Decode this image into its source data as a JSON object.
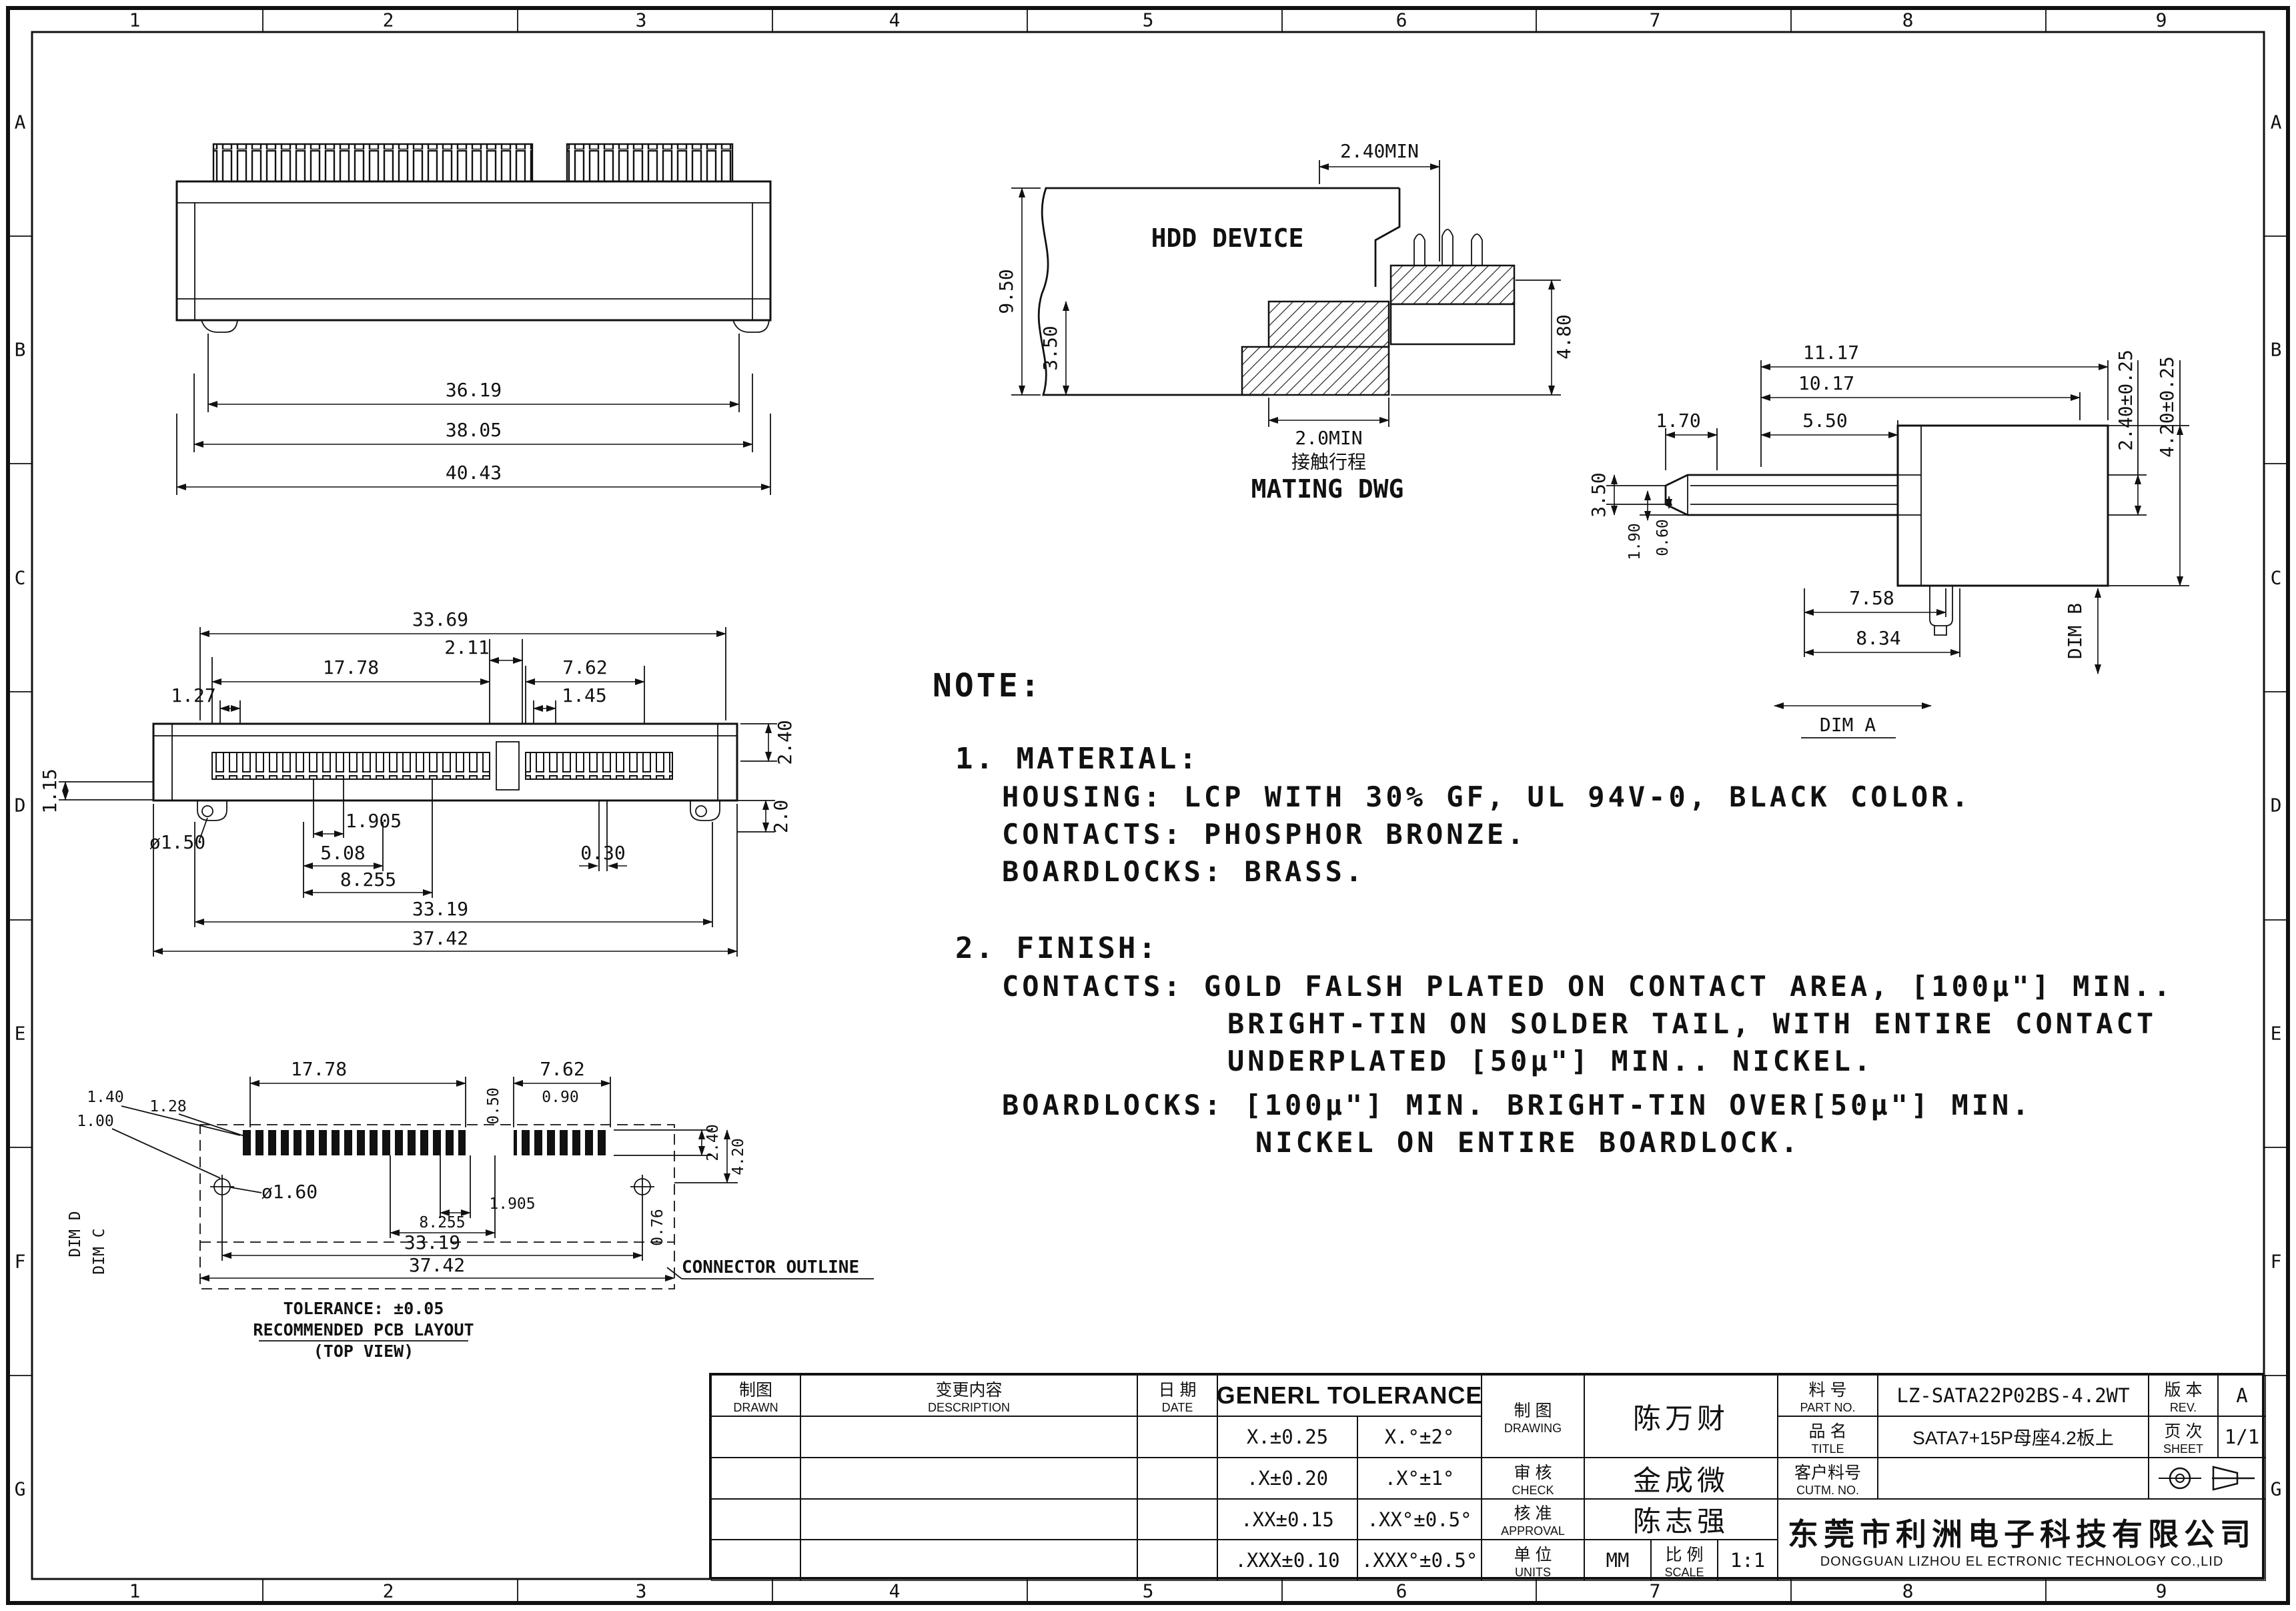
{
  "frame": {
    "cols": [
      "1",
      "2",
      "3",
      "4",
      "5",
      "6",
      "7",
      "8",
      "9"
    ],
    "rows": [
      "A",
      "B",
      "C",
      "D",
      "E",
      "F",
      "G"
    ]
  },
  "top_view": {
    "dim_inner": "36.19",
    "dim_mid": "38.05",
    "dim_outer": "40.43"
  },
  "front_view": {
    "dim_3369": "33.69",
    "dim_211": "2.11",
    "dim_1778": "17.78",
    "dim_762": "7.62",
    "dim_127": "1.27",
    "dim_145": "1.45",
    "dim_240": "2.40",
    "dim_115": "1.15",
    "dim_1905": "1.905",
    "dim_d150": "ø1.50",
    "dim_508": "5.08",
    "dim_030": "0.30",
    "dim_20": "2.0",
    "dim_8255": "8.255",
    "dim_3319": "33.19",
    "dim_3742": "37.42"
  },
  "pcb_view": {
    "dim_1778": "17.78",
    "dim_762": "7.62",
    "dim_140": "1.40",
    "dim_128": "1.28",
    "dim_100": "1.00",
    "dim_050": "0.50",
    "dim_090": "0.90",
    "dim_240": "2.40",
    "dim_420": "4.20",
    "dim_d160": "ø1.60",
    "dim_1905": "1.905",
    "dim_8255": "8.255",
    "dim_076": "0.76",
    "dim_3319": "33.19",
    "dim_3742": "37.42",
    "dim_d": "DIM D",
    "dim_c": "DIM C",
    "connector_outline": "CONNECTOR OUTLINE",
    "tolerance": "TOLERANCE: ±0.05",
    "recommended": "RECOMMENDED PCB LAYOUT",
    "top_view_label": "(TOP VIEW)"
  },
  "mating_view": {
    "hdd_device": "HDD DEVICE",
    "dim_240min": "2.40MIN",
    "dim_950": "9.50",
    "dim_350": "3.50",
    "dim_480": "4.80",
    "dim_20min": "2.0MIN",
    "contact_travel": "接触行程",
    "title": "MATING DWG"
  },
  "side_view": {
    "dim_1117": "11.17",
    "dim_1017": "10.17",
    "dim_170": "1.70",
    "dim_550": "5.50",
    "dim_240": "2.40±0.25",
    "dim_420": "4.20±0.25",
    "dim_350": "3.50",
    "dim_190": "1.90",
    "dim_060": "0.60",
    "dim_758": "7.58",
    "dim_834": "8.34",
    "dim_a": "DIM A",
    "dim_b": "DIM B"
  },
  "note": {
    "title": "NOTE:",
    "material_heading": "1. MATERIAL:",
    "material_1": "HOUSING: LCP WITH 30% GF, UL 94V-0, BLACK COLOR.",
    "material_2": "CONTACTS: PHOSPHOR BRONZE.",
    "material_3": "BOARDLOCKS: BRASS.",
    "finish_heading": "2. FINISH:",
    "finish_1": "CONTACTS:  GOLD FALSH PLATED ON CONTACT AREA,  [100μ\"] MIN..",
    "finish_2": "BRIGHT-TIN ON SOLDER TAIL, WITH ENTIRE CONTACT",
    "finish_3": "UNDERPLATED  [50μ\"] MIN.. NICKEL.",
    "finish_4": "BOARDLOCKS: [100μ\"] MIN. BRIGHT-TIN OVER[50μ\"] MIN.",
    "finish_5": "NICKEL ON ENTIRE BOARDLOCK."
  },
  "title_block": {
    "drawn_cn": "制图",
    "drawn_en": "DRAWN",
    "description_cn": "变更内容",
    "description_en": "DESCRIPTION",
    "date_cn": "日 期",
    "date_en": "DATE",
    "tolerance_heading": "GENERL TOLERANCE",
    "tol_linear_1": "X.±0.25",
    "tol_angle_1": "X.°±2°",
    "tol_linear_2": ".X±0.20",
    "tol_angle_2": ".X°±1°",
    "tol_linear_3": ".XX±0.15",
    "tol_angle_3": ".XX°±0.5°",
    "tol_linear_4": ".XXX±0.10",
    "tol_angle_4": ".XXX°±0.5°",
    "drawing_cn": "制 图",
    "drawing_en": "DRAWING",
    "drawing_name": "陈万财",
    "check_cn": "审 核",
    "check_en": "CHECK",
    "check_name": "金成微",
    "approval_cn": "核 准",
    "approval_en": "APPROVAL",
    "approval_name": "陈志强",
    "units_cn": "单 位",
    "units_en": "UNITS",
    "units_value": "MM",
    "scale_cn": "比 例",
    "scale_en": "SCALE",
    "scale_value": "1:1",
    "part_no_cn": "料 号",
    "part_no_en": "PART NO.",
    "part_no_value": "LZ-SATA22P02BS-4.2WT",
    "rev_cn": "版 本",
    "rev_en": "REV.",
    "rev_value": "A",
    "title_cn": "品 名",
    "title_en": "TITLE",
    "title_value": "SATA7+15P母座4.2板上",
    "sheet_cn": "页 次",
    "sheet_en": "SHEET",
    "sheet_value": "1/1",
    "customer_cn": "客户料号",
    "customer_en": "CUTM. NO.",
    "company_cn": "东莞市利洲电子科技有限公司",
    "company_en": "DONGGUAN LIZHOU EL ECTRONIC TECHNOLOGY CO.,LID"
  }
}
